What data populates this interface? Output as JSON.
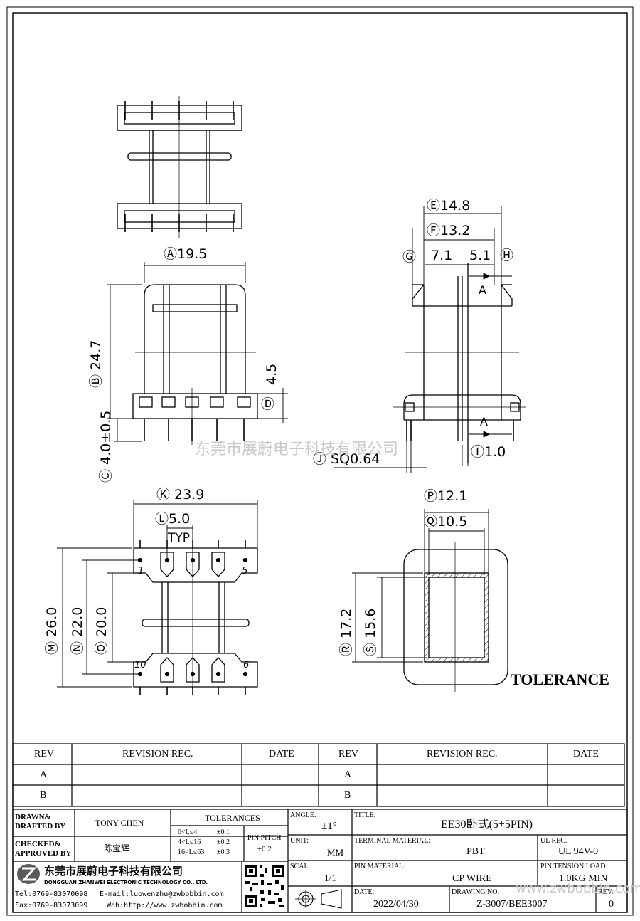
{
  "dimensions": {
    "A": "19.5",
    "B": "24.7",
    "C": "4.0±0.5",
    "D": "4.5",
    "E": "14.8",
    "F": "13.2",
    "G": "7.1",
    "H": "5.1",
    "I": "1.0",
    "J": "SQ0.64",
    "K": "23.9",
    "L": "5.0",
    "L_note": "TYP",
    "M": "26.0",
    "N": "22.0",
    "O": "20.0",
    "P": "12.1",
    "Q": "10.5",
    "R": "17.2",
    "S": "15.6",
    "section_mark": "A"
  },
  "pin_labels": {
    "p1": "1",
    "p5": "5",
    "p10": "10",
    "p6": "6"
  },
  "tolerance_heading": "TOLERANCE",
  "watermark": "东莞市展蔚电子科技有限公司",
  "watermark_url": "www.zwbobbin.com",
  "revision_table": {
    "headers": [
      "REV",
      "REVISION REC.",
      "DATE",
      "REV",
      "REVISION REC.",
      "DATE"
    ],
    "rows": [
      [
        "A",
        "",
        "",
        "A",
        "",
        ""
      ],
      [
        "B",
        "",
        "",
        "B",
        "",
        ""
      ]
    ]
  },
  "title_block": {
    "drawn_label": "DRAWN&\nDRAFTED BY",
    "drawn_value": "TONY CHEN",
    "checked_label": "CHECKED&\nAPPROVED BY",
    "checked_value": "陈宝辉",
    "tolerances_label": "TOLERANCES",
    "tol_rows": [
      [
        "0<L≤4",
        "±0.1"
      ],
      [
        "4<L≤16",
        "±0.2"
      ],
      [
        "16<L≤63",
        "±0.3"
      ]
    ],
    "pin_pitch_label": "PIN PITCH",
    "pin_pitch_value": "±0.2",
    "angle_label": "ANGLE:",
    "angle_value": "±1°",
    "unit_label": "UNIT:",
    "unit_value": "MM",
    "scale_label": "SCAL:",
    "scale_value": "1/1",
    "title_label": "TITLE:",
    "title_value": "EE30卧式(5+5PIN)",
    "terminal_label": "TERMINAL MATERIAL:",
    "terminal_value": "PBT",
    "ul_label": "UL REC.",
    "ul_value": "UL 94V-0",
    "pin_material_label": "PIN MATERIAL:",
    "pin_material_value": "CP WIRE",
    "pin_tension_label": "PIN TENSION LOAD:",
    "pin_tension_value": "1.0KG MIN",
    "date_label": "DATE:",
    "date_value": "2022/04/30",
    "drawing_no_label": "DRAWING NO.",
    "drawing_no_value": "Z-3007/BEE3007",
    "rev_label": "REV.",
    "rev_value": "0",
    "company_cn": "东莞市展蔚电子科技有限公司",
    "company_en": "DONGGUAN ZHANWEI ELECTRONIC TECHNOLOGY CO., LTD.",
    "tel": "Tel:0769-83070098",
    "email": "E-mail:luowenzhu@zwbobbin.com",
    "fax": "Fax:0769-83073099",
    "web": "Web:http://www.zwbobbin.com"
  }
}
